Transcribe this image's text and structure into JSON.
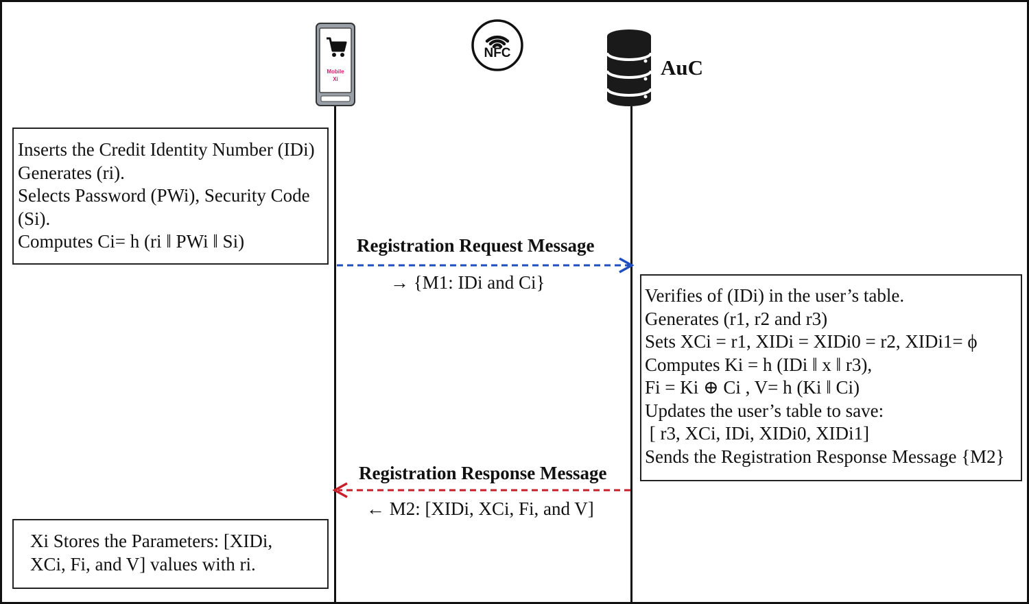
{
  "actors": {
    "mobile": {
      "icon": "mobile-cart-icon",
      "label_line1": "Mobile",
      "label_line2": "Xi"
    },
    "nfc": {
      "icon": "nfc-icon",
      "label": "NFC"
    },
    "server": {
      "icon": "database-icon",
      "label": "AuC"
    }
  },
  "mobile_box": {
    "lines": [
      "Inserts the Credit Identity Number (IDi)",
      "Generates (ri).",
      "Selects Password (PWi), Security Code",
      "(Si).",
      "Computes Ci= h (ri ‖ PWi ‖ Si)"
    ]
  },
  "request": {
    "title": "Registration Request Message",
    "payload": "→ {M1: IDi and Ci}",
    "color": "#1f4fbf"
  },
  "server_box": {
    "lines": [
      "Verifies of (IDi) in the user’s table.",
      "Generates (r1, r2 and r3)",
      "Sets XCi = r1, XIDi = XIDi0 = r2, XIDi1= ϕ",
      "Computes Ki = h (IDi ‖ x ‖ r3),",
      "Fi = Ki ⊕ Ci , V= h (Ki ‖ Ci)",
      "Updates the user’s table to save:",
      " [ r3, XCi, IDi, XIDi0, XIDi1]",
      "Sends the Registration Response Message {M2}"
    ]
  },
  "response": {
    "title": "Registration Response Message",
    "payload": "← M2: [XIDi, XCi, Fi, and V]",
    "color": "#c8202a"
  },
  "store_box": {
    "lines": [
      "Xi Stores the Parameters: [XIDi,",
      "XCi, Fi, and V] values with ri."
    ]
  }
}
